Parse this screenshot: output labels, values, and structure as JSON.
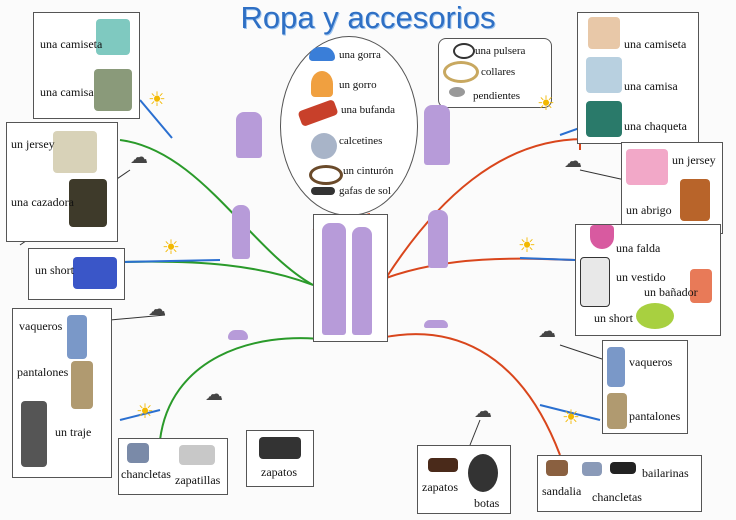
{
  "title": "Ropa y accesorios",
  "left_top": {
    "items": [
      "una camiseta",
      "una camisa"
    ]
  },
  "left_jersey": {
    "items": [
      "un jersey",
      "una cazadora"
    ]
  },
  "left_short": {
    "items": [
      "un short"
    ]
  },
  "left_pants": {
    "items": [
      "vaqueros",
      "pantalones",
      "un traje"
    ]
  },
  "bottom_left_shoes": {
    "items": [
      "chancletas",
      "zapatillas"
    ]
  },
  "bottom_zapatos": {
    "items": [
      "zapatos"
    ]
  },
  "accessories": {
    "items": [
      "una gorra",
      "un gorro",
      "una bufanda",
      "calcetines",
      "un cinturón",
      "gafas de sol"
    ]
  },
  "jewelry": {
    "items": [
      "una pulsera",
      "collares",
      "pendientes"
    ]
  },
  "right_top": {
    "items": [
      "una camiseta",
      "una camisa",
      "una chaqueta"
    ]
  },
  "right_jersey": {
    "items": [
      "un jersey",
      "un abrigo"
    ]
  },
  "right_summer": {
    "items": [
      "una falda",
      "un vestido",
      "un bañador",
      "un short"
    ]
  },
  "right_pants": {
    "items": [
      "vaqueros",
      "pantalones"
    ]
  },
  "right_shoes": {
    "items": [
      "sandalia",
      "chancletas",
      "bailarinas"
    ]
  },
  "bottom_right_shoes": {
    "items": [
      "zapatos",
      "botas"
    ]
  },
  "colors": {
    "title": "#2e6fc4",
    "green_branch": "#2a9a2a",
    "red_branch": "#d9461c",
    "blue_branch": "#2a6fd0",
    "figure": "#b79bd9"
  }
}
